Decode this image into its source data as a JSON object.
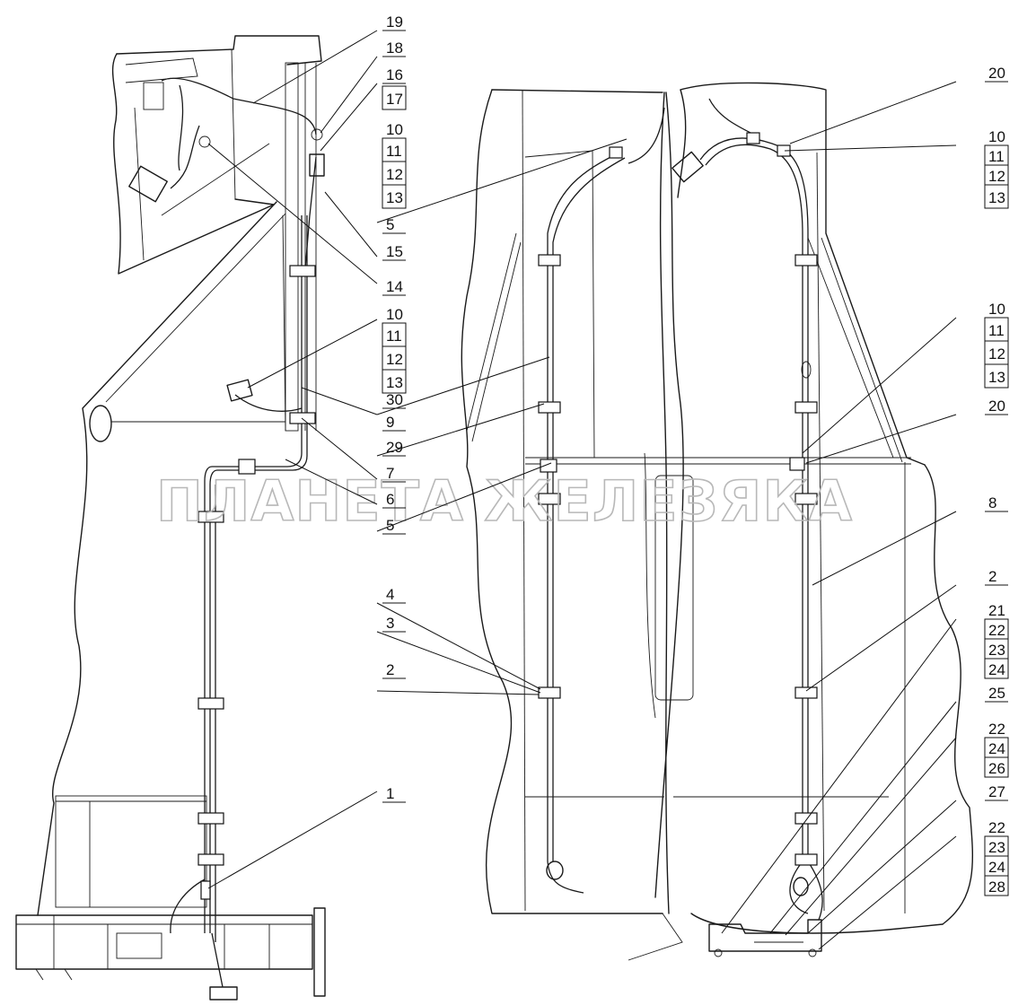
{
  "watermark": "ПЛАНЕТА ЖЕЛЕЗЯКА",
  "callouts": {
    "n19": "19",
    "n18": "18",
    "n16": "16",
    "n17": "17",
    "n10a": "10",
    "n11a": "11",
    "n12a": "12",
    "n13a": "13",
    "n5a": "5",
    "n15": "15",
    "n14": "14",
    "n10b": "10",
    "n11b": "11",
    "n12b": "12",
    "n13b": "13",
    "n30": "30",
    "n9": "9",
    "n29": "29",
    "n7": "7",
    "n6": "6",
    "n5b": "5",
    "n4": "4",
    "n3": "3",
    "n2a": "2",
    "n1": "1",
    "n20a": "20",
    "n10c": "10",
    "n11c": "11",
    "n12c": "12",
    "n13c": "13",
    "n10d": "10",
    "n11d": "11",
    "n12d": "12",
    "n13d": "13",
    "n20b": "20",
    "n8": "8",
    "n2b": "2",
    "n21": "21",
    "n22a": "22",
    "n23a": "23",
    "n24a": "24",
    "n25": "25",
    "n22b": "22",
    "n24b": "24",
    "n26": "26",
    "n27": "27",
    "n22c": "22",
    "n23b": "23",
    "n24c": "24",
    "n28": "28"
  }
}
